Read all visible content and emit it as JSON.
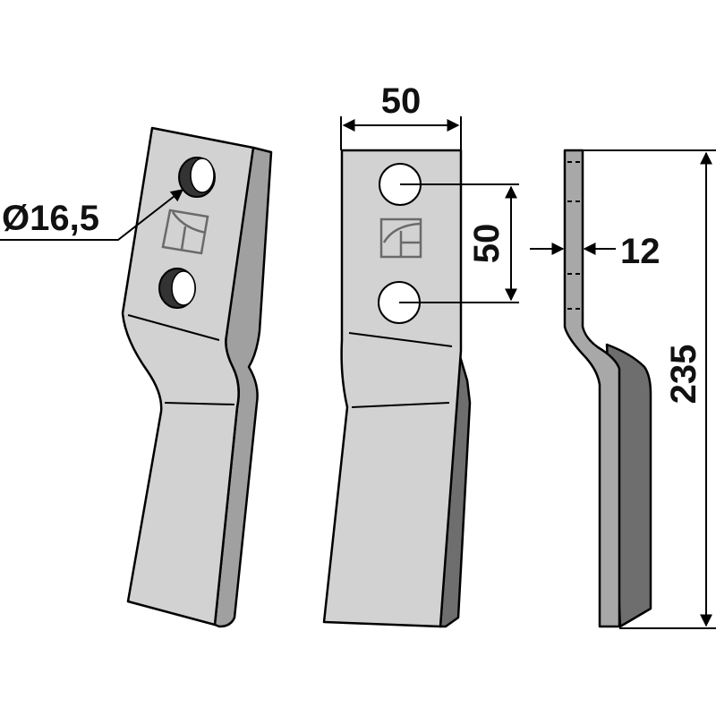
{
  "diagram": {
    "subject": "Rotary tiller blade technical drawing",
    "views": [
      {
        "id": "perspective",
        "label": "perspective view"
      },
      {
        "id": "front",
        "label": "front view"
      },
      {
        "id": "side",
        "label": "side view"
      }
    ],
    "dimensions": {
      "hole_diameter": "Ø16,5",
      "width": "50",
      "hole_spacing": "50",
      "thickness": "12",
      "length": "235"
    },
    "colors": {
      "face": "#d2d2d2",
      "edge_light": "#a0a0a0",
      "edge_dark": "#6e6e6e",
      "hole_shadow": "#333333",
      "outline": "#000000",
      "logo": "#6a6a6a"
    }
  }
}
